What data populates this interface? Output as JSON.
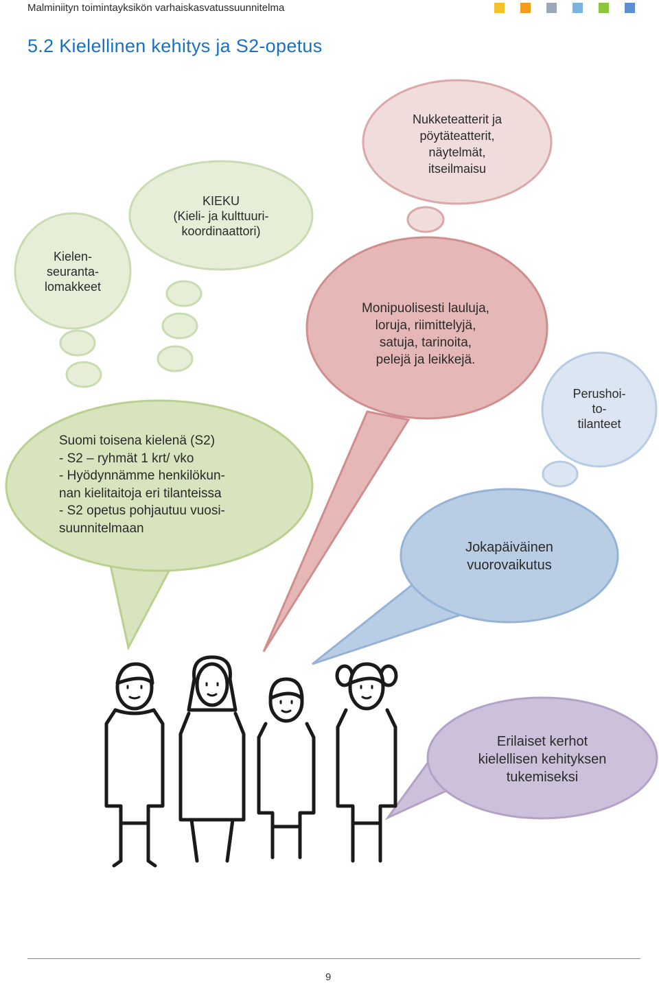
{
  "header": {
    "running_title": "Malminiityn toimintayksikön varhaiskasvatussuunnitelma",
    "accent_squares": [
      "#f5c02a",
      "#f29b1d",
      "#9aa8b8",
      "#7db3df",
      "#8cc63f",
      "#5b8fd0"
    ]
  },
  "section_title": "5.2  Kielellinen kehitys ja S2-opetus",
  "bubbles": {
    "nukketeatterit": {
      "lines": [
        "Nukketeatterit ja",
        "pöytäteatterit,",
        "näytelmät,",
        "itseilmaisu"
      ],
      "fill": "#f1dcdc",
      "stroke": "#dba7a7"
    },
    "kieku": {
      "lines": [
        "KIEKU",
        "(Kieli- ja kulttuuri-",
        "koordinaattori)"
      ],
      "fill": "#e6eed8",
      "stroke": "#c9dcb1"
    },
    "kielenseuranta": {
      "lines": [
        "Kielen-",
        "seuranta-",
        "lomakkeet"
      ],
      "fill": "#e6eed8",
      "stroke": "#c9dcb1"
    },
    "monipuolisesti": {
      "lines": [
        "Monipuolisesti lauluja,",
        "loruja, riimittelyjä,",
        "satuja, tarinoita,",
        "pelejä ja leikkejä."
      ],
      "fill": "#e5b8b7",
      "stroke": "#cf8e8d"
    },
    "perushoito": {
      "lines": [
        "Perushoi-",
        "to-",
        "tilanteet"
      ],
      "fill": "#dce6f2",
      "stroke": "#b7cce4"
    },
    "suomi": {
      "lines": [
        "Suomi toisena kielenä (S2)",
        "- S2 – ryhmät 1 krt/ vko",
        "- Hyödynnämme henkilökun-",
        "nan kielitaitoja eri tilanteissa",
        "- S2 opetus pohjautuu vuosi-",
        "suunnitelmaan"
      ],
      "fill": "#d7e4bd",
      "stroke": "#b9d08f"
    },
    "jokapaivainen": {
      "lines": [
        "Jokapäiväinen",
        "vuorovaikutus"
      ],
      "fill": "#b9cde5",
      "stroke": "#95b3d7"
    },
    "kerhot": {
      "lines": [
        "Erilaiset kerhot",
        "kielellisen kehityksen",
        "tukemiseksi"
      ],
      "fill": "#ccc0da",
      "stroke": "#b3a2c7"
    }
  },
  "figures": [
    "boy",
    "girl-long-hair",
    "small-boy",
    "girl-pigtails"
  ],
  "footer": {
    "page_number": "9"
  }
}
